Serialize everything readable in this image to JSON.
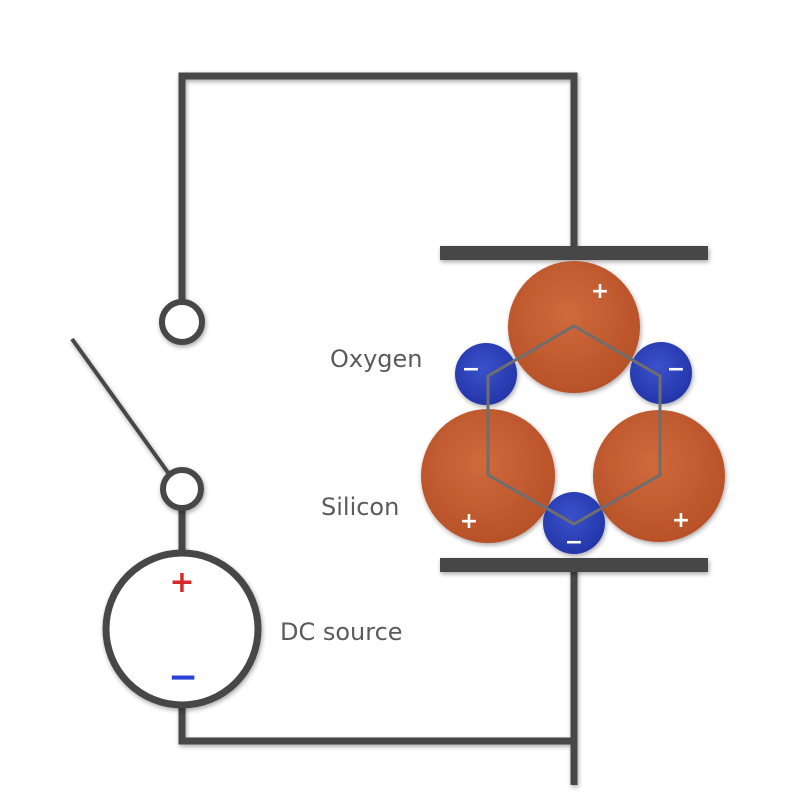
{
  "labels": {
    "oxygen": "Oxygen",
    "silicon": "Silicon",
    "dc_source": "DC source"
  },
  "signs": {
    "plus": "+",
    "minus": "−"
  },
  "colors": {
    "wire": "#474747",
    "silicon_atom": "#c4582e",
    "oxygen_atom": "#2a3fb8",
    "source_plus": "#d62a2a",
    "source_minus": "#2a45d6",
    "label_text": "#5b5b5b"
  }
}
